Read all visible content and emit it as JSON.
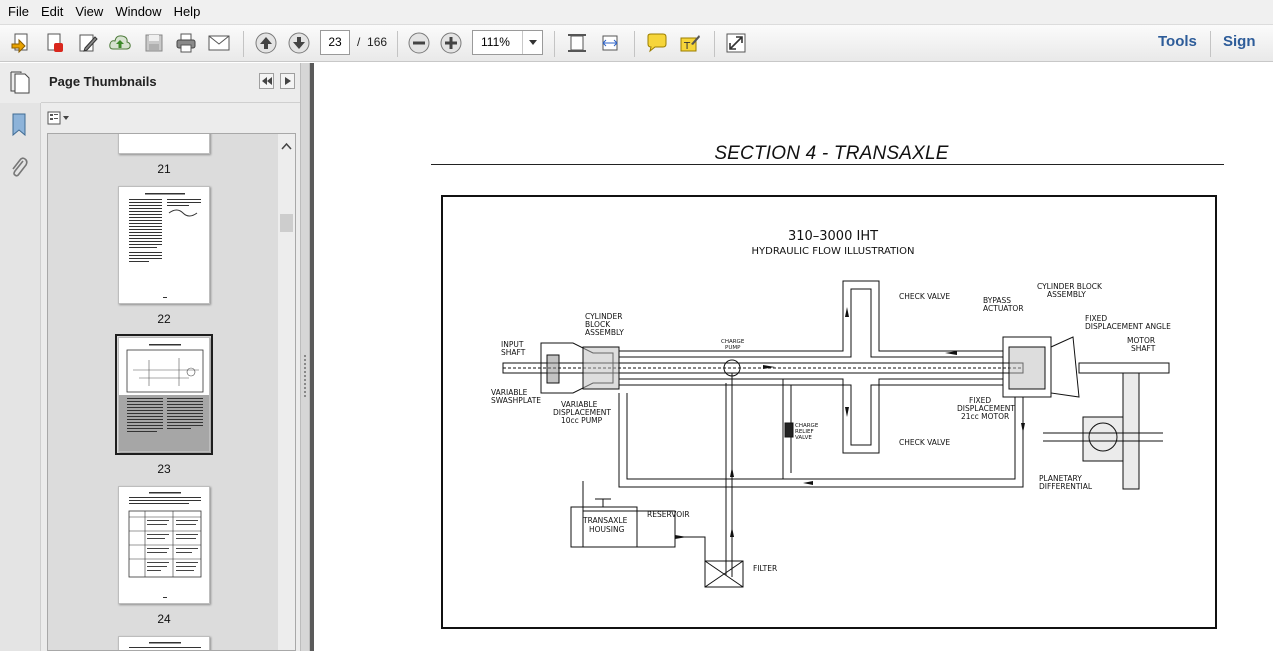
{
  "menu": {
    "items": [
      "File",
      "Edit",
      "View",
      "Window",
      "Help"
    ]
  },
  "toolbar": {
    "current_page": "23",
    "page_separator": "/",
    "total_pages": "166",
    "zoom": "111%",
    "tools_label": "Tools",
    "sign_label": "Sign"
  },
  "sidebar": {
    "title": "Page Thumbnails",
    "thumbnails": [
      {
        "label": "21"
      },
      {
        "label": "22"
      },
      {
        "label": "23"
      },
      {
        "label": "24"
      }
    ]
  },
  "document": {
    "section_title": "SECTION 4 - TRANSAXLE",
    "figure": {
      "title": "310–3000 IHT",
      "subtitle": "HYDRAULIC FLOW ILLUSTRATION",
      "labels": {
        "input_shaft": "INPUT\nSHAFT",
        "cylinder_block_left": "CYLINDER\nBLOCK\nASSEMBLY",
        "charge_pump": "CHARGE\nPUMP",
        "check_valve_top": "CHECK VALVE",
        "check_valve_bottom": "CHECK VALVE",
        "bypass_actuator": "BYPASS\nACTUATOR",
        "cylinder_block_right": "CYLINDER BLOCK\nASSEMBLY",
        "fixed_disp_angle": "FIXED\nDISPLACEMENT ANGLE",
        "motor_shaft": "MOTOR\nSHAFT",
        "variable_swashplate": "VARIABLE\nSWASHPLATE",
        "variable_disp_pump": "VARIABLE\nDISPLACEMENT\n10cc PUMP",
        "charge_relief_valve": "CHARGE\nRELIEF\nVALVE",
        "fixed_disp_motor": "FIXED\nDISPLACEMENT\n21cc MOTOR",
        "planetary_differential": "PLANETARY\nDIFFERENTIAL",
        "transaxle_housing": "TRANSAXLE\nHOUSING",
        "reservoir": "RESERVOIR",
        "filter": "FILTER"
      }
    }
  },
  "colors": {
    "menubar_bg": "#f0f0f0",
    "link_blue": "#2d5c99",
    "doc_bg": "#5a5a5a",
    "panel_bg": "#ececec"
  }
}
